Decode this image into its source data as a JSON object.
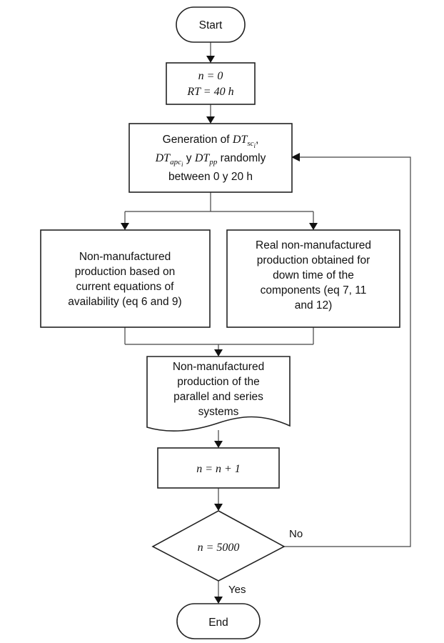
{
  "start": {
    "text": "Start"
  },
  "init": {
    "line1": "n = 0",
    "line2": "RT = 40 h"
  },
  "generation": {
    "line1_prefix": "Generation of ",
    "dt_sc": "DT",
    "dt_sc_sub": "sc",
    "dt_sc_subsub": "i",
    "line1_suffix": ",",
    "dt_apc": "DT",
    "dt_apc_sub": "apc",
    "dt_apc_subsub": "i",
    "line2_mid": " y ",
    "dt_pp": "DT",
    "dt_pp_sub": "pp",
    "line2_suffix": " randomly",
    "line3": "between 0 y 20 h"
  },
  "left_box": {
    "lines": [
      "Non-manufactured",
      "production based on",
      "current equations of",
      "availability (eq 6 and 9)"
    ]
  },
  "right_box": {
    "lines": [
      "Real non-manufactured",
      "production obtained for",
      "down time of the",
      "components (eq 7, 11",
      "and 12)"
    ]
  },
  "output": {
    "lines": [
      "Non-manufactured",
      "production of the",
      "parallel and series",
      "systems"
    ]
  },
  "increment": {
    "text": "n = n + 1"
  },
  "decision": {
    "text": "n = 5000",
    "no_label": "No",
    "yes_label": "Yes"
  },
  "end": {
    "text": "End"
  }
}
